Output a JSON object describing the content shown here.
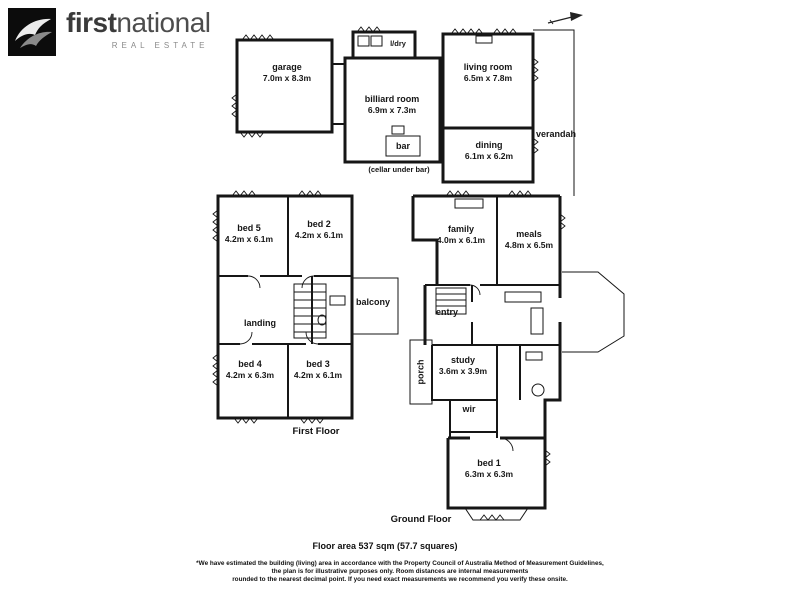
{
  "brand": {
    "name_bold": "first",
    "name_light": "national",
    "tagline": "REAL ESTATE"
  },
  "floorplan": {
    "rooms": [
      {
        "label": "garage",
        "dims": "7.0m x 8.3m"
      },
      {
        "label": "l/dry",
        "dims": ""
      },
      {
        "label": "billiard room",
        "dims": "6.9m x 7.3m"
      },
      {
        "label": "bar",
        "dims": ""
      },
      {
        "label": "(cellar under bar)",
        "dims": ""
      },
      {
        "label": "living room",
        "dims": "6.5m x 7.8m"
      },
      {
        "label": "verandah",
        "dims": ""
      },
      {
        "label": "dining",
        "dims": "6.1m x 6.2m"
      },
      {
        "label": "bed 5",
        "dims": "4.2m x 6.1m"
      },
      {
        "label": "bed 2",
        "dims": "4.2m x 6.1m"
      },
      {
        "label": "landing",
        "dims": ""
      },
      {
        "label": "balcony",
        "dims": ""
      },
      {
        "label": "bed 4",
        "dims": "4.2m x 6.3m"
      },
      {
        "label": "bed 3",
        "dims": "4.2m x 6.1m"
      },
      {
        "label": "family",
        "dims": "4.0m x 6.1m"
      },
      {
        "label": "meals",
        "dims": "4.8m x 6.5m"
      },
      {
        "label": "entry",
        "dims": ""
      },
      {
        "label": "porch",
        "dims": ""
      },
      {
        "label": "study",
        "dims": "3.6m x 3.9m"
      },
      {
        "label": "wir",
        "dims": ""
      },
      {
        "label": "bed 1",
        "dims": "6.3m x 6.3m"
      }
    ],
    "floors": {
      "first": "First Floor",
      "ground": "Ground Floor"
    },
    "area_text": "Floor area 537 sqm (57.7 squares)",
    "disclaimer": {
      "line1": "*We have estimated the building (living) area in accordance with the Property Council of Australia Method of Measurement Guidelines,",
      "line2": "the plan is for illustrative purposes only. Room distances are internal measurements",
      "line3": "rounded to the nearest decimal point. If you need exact measurements we recommend you verify these onsite."
    }
  },
  "colors": {
    "wall": "#161616",
    "logo_bg": "#0c0c0c",
    "text": "#151515"
  }
}
